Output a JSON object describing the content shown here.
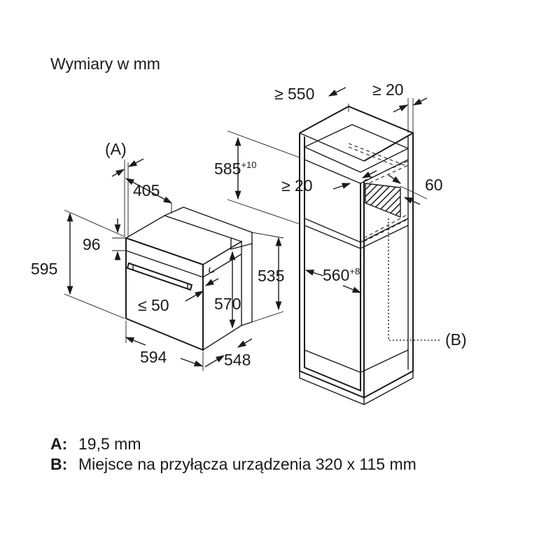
{
  "title": "Wymiary w mm",
  "oven": {
    "label_a": "(A)",
    "dim_405": "405",
    "dim_96": "96",
    "dim_595": "595",
    "dim_535": "535",
    "dim_le50": "≤ 50",
    "dim_570": "570",
    "dim_594": "594",
    "dim_548": "548"
  },
  "cabinet": {
    "dim_ge550": "≥ 550",
    "dim_ge20_top": "≥ 20",
    "dim_585": "585",
    "dim_585_tol": "+10",
    "dim_ge20": "≥ 20",
    "dim_60": "60",
    "dim_560": "560",
    "dim_560_tol": "+8",
    "label_b": "(B)"
  },
  "legend": [
    {
      "key": "A:",
      "text": "19,5 mm"
    },
    {
      "key": "B:",
      "text": "Miejsce na przyłącza urządzenia 320 x 115 mm"
    }
  ]
}
